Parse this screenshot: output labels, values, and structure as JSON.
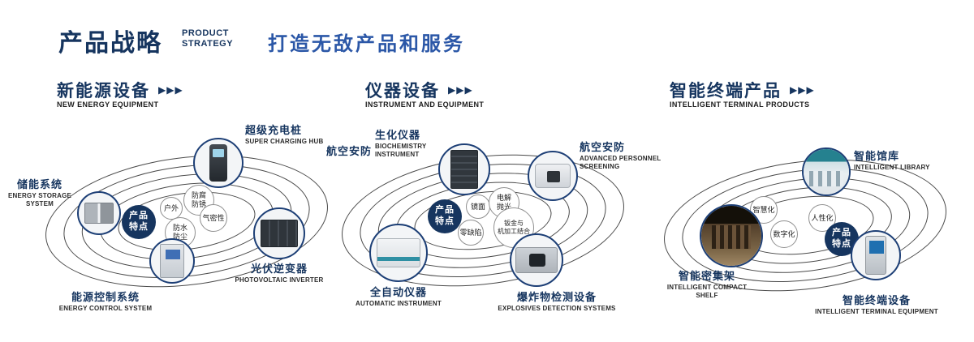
{
  "header": {
    "title_cn": "产品战略",
    "title_en_line1": "PRODUCT",
    "title_en_line2": "STRATEGY",
    "subtitle": "打造无敌产品和服务"
  },
  "colors": {
    "navy": "#16355f",
    "blue": "#2b57a7",
    "orbit_line": "#4a4a4a"
  },
  "sections": [
    {
      "title_cn": "新能源设备",
      "title_en": "NEW ENERGY EQUIPMENT",
      "arrow_icon": "▶▶▶",
      "center_badge": "产品\n特点",
      "products": [
        {
          "name_cn": "储能系统",
          "name_en": "ENERGY STORAGE\nSYSTEM"
        },
        {
          "name_cn": "超级充电桩",
          "name_en": "SUPER CHARGING HUB"
        },
        {
          "name_cn": "光伏逆变器",
          "name_en": "PHOTOVOLTAIC INVERTER"
        },
        {
          "name_cn": "能源控制系统",
          "name_en": "ENERGY CONTROL SYSTEM"
        }
      ],
      "features": [
        "户外",
        "防腐\n防锈",
        "防水\n防尘",
        "气密性"
      ]
    },
    {
      "title_cn": "仪器设备",
      "title_en": "INSTRUMENT AND EQUIPMENT",
      "arrow_icon": "▶▶▶",
      "center_badge": "产品\n特点",
      "side_label": "航空安防",
      "products": [
        {
          "name_cn": "生化仪器",
          "name_en": "BIOCHEMISTRY\nINSTRUMENT"
        },
        {
          "name_cn": "航空安防",
          "name_en": "ADVANCED PERSONNEL\nSCREENING"
        },
        {
          "name_cn": "全自动仪器",
          "name_en": "AUTOMATIC INSTRUMENT"
        },
        {
          "name_cn": "爆炸物检测设备",
          "name_en": "EXPLOSIVES DETECTION SYSTEMS"
        }
      ],
      "features": [
        "镜面",
        "电解\n抛光",
        "零缺陷",
        "钣金与\n机加工结合"
      ]
    },
    {
      "title_cn": "智能终端产品",
      "title_en": "INTELLIGENT TERMINAL PRODUCTS",
      "arrow_icon": "▶▶▶",
      "center_badge": "产品\n特点",
      "products": [
        {
          "name_cn": "智能馆库",
          "name_en": "INTELLIGENT LIBRARY"
        },
        {
          "name_cn": "智能密集架",
          "name_en": "INTELLIGENT COMPACT\nSHELF"
        },
        {
          "name_cn": "智能终端设备",
          "name_en": "INTELLIGENT TERMINAL EQUIPMENT"
        }
      ],
      "features": [
        "智慧化",
        "人性化",
        "数字化"
      ]
    }
  ]
}
